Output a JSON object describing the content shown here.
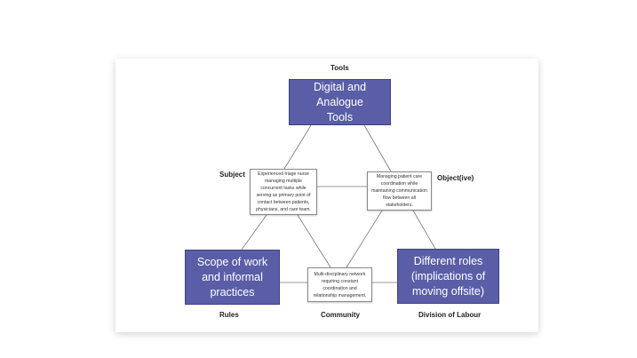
{
  "labels": {
    "tools": "Tools",
    "subject": "Subject",
    "object": "Object(ive)",
    "rules": "Rules",
    "community": "Community",
    "division": "Division of Labour"
  },
  "nodes": {
    "tools": "Digital and Analogue Tools",
    "subject": "Experienced triage nurse managing multiple concurrent tasks while serving as primary point of contact between patients, physicians, and care team.",
    "object": "Managing patient care coordination while maintaining communication flow between all stakeholders.",
    "rules": "Scope of work and informal practices",
    "community": "Multi-disciplinary network requiring constant coordination and relationship management.",
    "division": "Different roles (implications of moving offsite)"
  },
  "colors": {
    "node": "#5a5ea7"
  }
}
